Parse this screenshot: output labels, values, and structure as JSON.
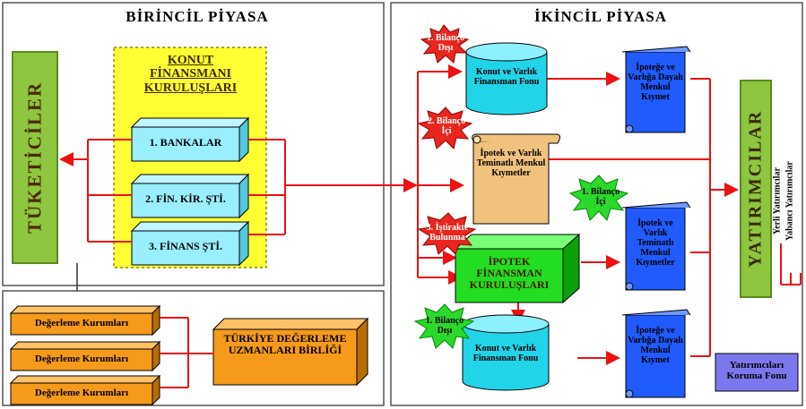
{
  "primary_market": {
    "title": "BİRİNCİL PİYASA",
    "consumers": "TÜKETİCİLER",
    "institutions_title": "KONUT FİNANSMANI KURULUŞLARI",
    "institutions": [
      "1. BANKALAR",
      "2. FİN. KİR. ŞTİ.",
      "3. FİNANS ŞTİ."
    ]
  },
  "valuation": {
    "items": [
      "Değerleme Kurumları",
      "Değerleme Kurumları",
      "Değerleme Kurumları"
    ],
    "union": "TÜRKİYE DEĞERLEME UZMANLARI BİRLİĞİ"
  },
  "secondary_market": {
    "title": "İKİNCİL PİYASA",
    "star1": "1. Bilanço Dışı",
    "star2": "2. Bilanço İçi",
    "star3": "3. İştirakte Bulunma",
    "star4": "1. Bilanço İçi",
    "star5": "1. Bilanço Dışı",
    "fund_top": "Konut ve Varlık Finansman Fonu",
    "fund_bottom": "Konut ve Varlık Finansman Fonu",
    "scroll_mid": "İpotek ve Varlık Teminatlı Menkul Kıymetler",
    "scroll_r1": "İpoteğe ve Varlığa Dayalı Menkul Kıymet",
    "scroll_r2": "İpotek ve Varlık Teminatlı Menkul Kıymetler",
    "scroll_r3": "İpoteğe ve Varlığa Dayalı Menkul Kıymet",
    "mortgage_inst": "İPOTEK FİNANSMAN KURULUŞLARI",
    "investors": "YATIRIMCILAR",
    "investor_types": [
      "Yerli Yatırımcılar",
      "Yabancı Yatırımcılar"
    ],
    "protection_fund": "Yatırımcıları Koruma Fonu"
  },
  "colors": {
    "consumers_green": "#8ec63f",
    "institutions_yellow": "#ffff33",
    "cube_cyan": "#99eeff",
    "valuation_orange": "#f59a1a",
    "mortgage_green": "#22dd22",
    "scroll_blue": "#1f5bff",
    "fund_cyan": "#22d4e8",
    "mid_scroll_tan": "#f1c27d",
    "star_red": "#e8261f",
    "star_green": "#2ad92a",
    "protection_blue": "#7b78ee",
    "arrow_red": "#ee1111"
  }
}
